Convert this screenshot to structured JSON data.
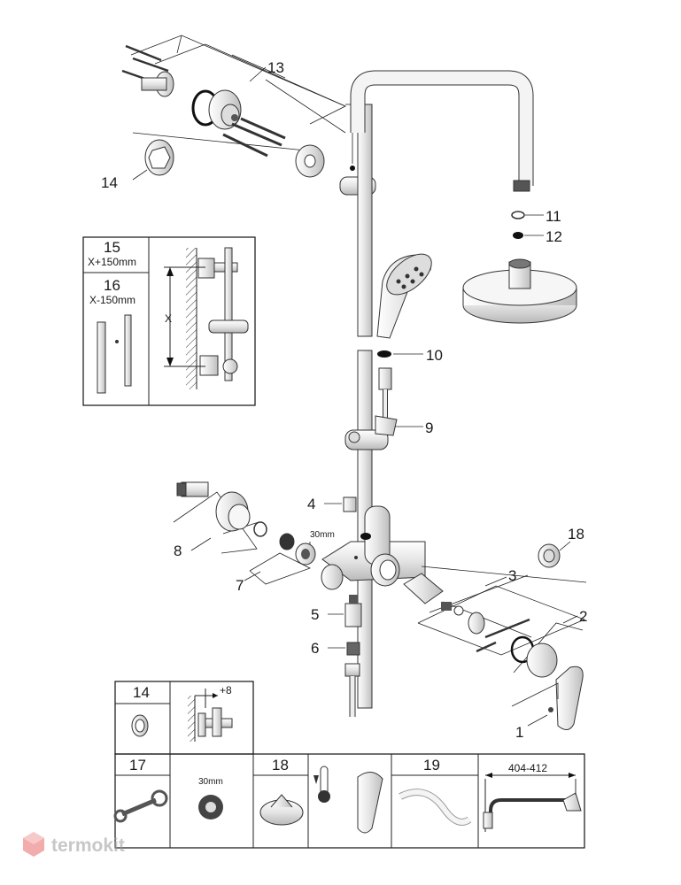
{
  "callouts": {
    "c1": "1",
    "c2": "2",
    "c3": "3",
    "c4": "4",
    "c5": "5",
    "c6": "6",
    "c7": "7",
    "c8": "8",
    "c9": "9",
    "c10": "10",
    "c11": "11",
    "c12": "12",
    "c13": "13",
    "c14": "14",
    "c18": "18"
  },
  "dimension_30mm": "30mm",
  "extension_box": {
    "n15": "15",
    "x_plus": "X+150mm",
    "n16": "16",
    "x_minus": "X-150mm",
    "x_label": "X"
  },
  "accessories": {
    "n14": "14",
    "plus8": "+8",
    "n17": "17",
    "mm30": "30mm",
    "n18": "18",
    "n19": "19",
    "range": "404-412"
  },
  "watermark": "termokit",
  "colors": {
    "line": "#222222",
    "part_fill": "#e9e9e9",
    "dark_fill": "#3a3a3a",
    "watermark": "#e03a3a"
  }
}
